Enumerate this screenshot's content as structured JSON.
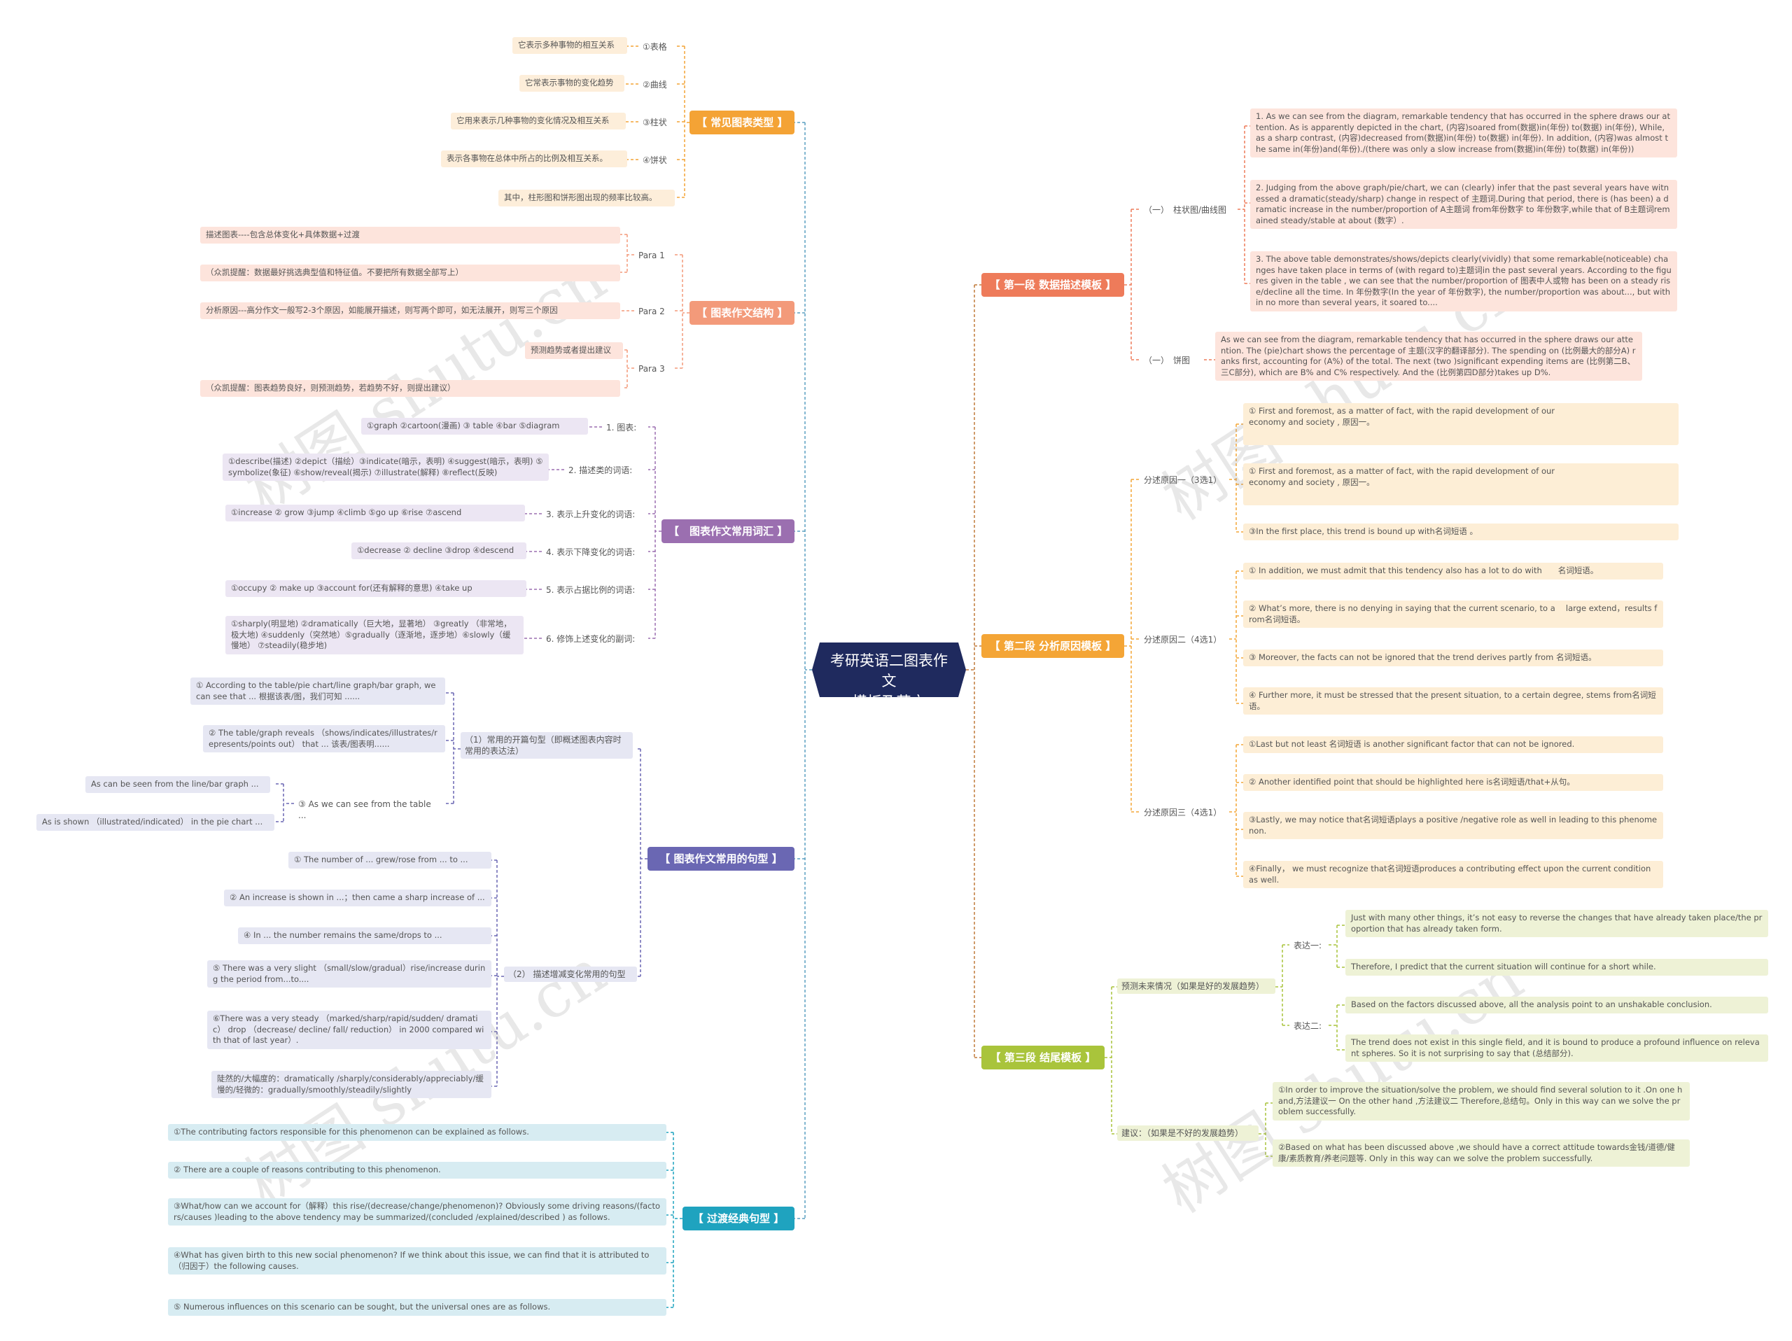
{
  "center": {
    "title_line1": "考研英语二图表作文",
    "title_line2": "模板及范文"
  },
  "watermark": "树图 shutu.cn",
  "colors": {
    "orange": "#f4a335",
    "salmon": "#f39a7a",
    "purple": "#9b6fb0",
    "indigo": "#6a67b3",
    "teal": "#1fa3bf",
    "coral": "#ee7b5a",
    "amber": "#f4a536",
    "olive": "#a9c43b"
  },
  "left": {
    "types": {
      "label": "【 常见图表类型 】",
      "items": [
        {
          "label": "①表格",
          "desc": "它表示多种事物的相互关系"
        },
        {
          "label": "②曲线",
          "desc": "它常表示事物的变化趋势"
        },
        {
          "label": "③柱状",
          "desc": "它用来表示几种事物的变化情况及相互关系"
        },
        {
          "label": "④饼状",
          "desc": "表示各事物在总体中所占的比例及相互关系。"
        }
      ],
      "note": "其中，柱形图和饼形图出现的频率比较高。"
    },
    "structure": {
      "label": "【 图表作文结构 】",
      "para1": {
        "label": "Para 1",
        "items": [
          "描述图表----包含总体变化+具体数据+过渡",
          "（众凯提醒：数据最好挑选典型值和特征值。不要把所有数据全部写上）"
        ]
      },
      "para2": {
        "label": "Para 2",
        "items": [
          "分析原因---高分作文一般写2-3个原因，如能展开描述，则写两个即可，如无法展开，则写三个原因"
        ]
      },
      "para3": {
        "label": "Para 3",
        "items": [
          "预测趋势或者提出建议",
          "（众凯提醒：图表趋势良好，则预测趋势，若趋势不好，则提出建议）"
        ]
      }
    },
    "vocab": {
      "label": "【　图表作文常用词汇 】",
      "items": [
        {
          "label": "1. 图表:",
          "desc": "①graph ②cartoon(漫画) ③ table ④bar ⑤diagram"
        },
        {
          "label": "2. 描述类的词语:",
          "desc": "①describe(描述) ②depict（描绘）③indicate(暗示，表明) ④suggest(暗示，表明) ⑤symbolize(象征) ⑥show/reveal(揭示) ⑦illustrate(解释) ⑧reflect(反映)"
        },
        {
          "label": "3. 表示上升变化的词语:",
          "desc": "①increase ② grow ③jump ④climb ⑤go up ⑥rise ⑦ascend"
        },
        {
          "label": "4. 表示下降变化的词语:",
          "desc": "①decrease ② decline ③drop ④descend"
        },
        {
          "label": "5. 表示占据比例的词语:",
          "desc": "①occupy ② make up ③account for(还有解释的意思) ④take up"
        },
        {
          "label": "6. 修饰上述变化的副词:",
          "desc": "①sharply(明显地) ②dramatically（巨大地，显著地） ③greatly （非常地，极大地) ④suddenly（突然地）⑤gradually（逐渐地，逐步地）⑥slowly（缓慢地） ⑦steadily(稳步地)"
        }
      ]
    },
    "sentences": {
      "label": "【 图表作文常用的句型 】",
      "g1": {
        "label": "（1）常用的开篇句型（即概述图表内容时常用的表达法）",
        "items": [
          "① According to the table/pie chart/line graph/bar graph, we can see that ... 根据该表/图，我们可知 ......",
          "② The table/graph reveals （shows/indicates/illustrates/represents/points out） that ... 该表/图表明......"
        ],
        "item3": {
          "label": "③ As we can see from the table ...",
          "children": [
            "As can be seen from the line/bar graph ...",
            "As is shown （illustrated/indicated） in the pie chart ..."
          ]
        }
      },
      "g2": {
        "label": "（2） 描述增减变化常用的句型",
        "items": [
          "① The number of ... grew/rose from ... to ...",
          "② An increase is shown in ...；then came a sharp increase of ...",
          "④ In ... the number remains the same/drops to ...",
          "⑤ There was a very slight （small/slow/gradual）rise/increase during the period from...to....",
          "⑥There was a very steady （marked/sharp/rapid/sudden/ dramatic） drop （decrease/ decline/ fall/ reduction） in 2000 compared with that of last year）.",
          "陡然的/大幅度的：dramatically /sharply/considerably/appreciably/缓慢的/轻微的：gradually/smoothly/steadily/slightly"
        ]
      }
    },
    "transitions": {
      "label": "【 过渡经典句型 】",
      "items": [
        "①The contributing factors responsible for this phenomenon can be explained as follows.",
        "② There are a couple of reasons contributing to this phenomenon.",
        "③What/how can we account for（解释）this rise/(decrease/change/phenomenon)? Obviously some driving reasons/(factors/causes )leading to the above tendency may be summarized/(concluded /explained/described ) as follows.",
        "④What has given birth to this new social phenomenon? If we think about this issue, we can find that it is attributed to（归因于）the following causes.",
        "⑤ Numerous influences on this scenario can be sought, but the universal ones are as follows."
      ]
    }
  },
  "right": {
    "p1": {
      "label": "【 第一段 数据描述模板 】",
      "bar": {
        "label": "（一）　柱状图/曲线图",
        "items": [
          "1.  As we can see from the diagram, remarkable tendency that has occurred in the sphere draws our attention. As is apparently depicted in the chart, (内容)soared from(数据)in(年份) to(数据) in(年份), While, as a sharp contrast, (内容)decreased from(数据)in(年份) to(数据) in(年份). In addition, (内容)was almost the same in(年份)and(年份)./(there was only a slow increase from(数据)in(年份) to(数据) in(年份))",
          "2.  Judging from the above graph/pie/chart, we can (clearly) infer that the past several years have witnessed a dramatic(steady/sharp) change in respect of 主题词.During that period, there is (has been) a dramatic increase in the number/proportion of A主题词 from年份数字 to 年份数字,while that of  B主题词remained steady/stable at about (数字）.",
          "3.  The above table demonstrates/shows/depicts clearly(vividly) that some remarkable(noticeable) changes have taken place in terms of (with regard to)主题词in the past several years. According to the figures given in the table , we can see that the number/proportion of 图表中人或物 has been on a steady rise/decline all the time. In 年份数字(In the year of 年份数字), the number/proportion was about..., but within no more than several years, it soared to...."
        ]
      },
      "pie": {
        "label": "（一）　饼图",
        "text": "As we can see from the diagram, remarkable tendency that has occurred in the sphere draws our attention. The (pie)chart shows the percentage of 主题(汉字的翻译部分). The spending on (比例最大的部分A) ranks first, accounting for (A%) of the total. The next (two )significant expending items are (比例第二B、三C部分), which are B% and C% respectively. And the (比例第四D部分)takes up D%."
      }
    },
    "p2": {
      "label": "【 第二段 分析原因模板 】",
      "r1": {
        "label": "分述原因一（3选1）",
        "items": [
          "① First and foremost, as a matter of fact, with the rapid development of our\neconomy and society , 原因一。",
          "① First and foremost, as a matter of fact, with the rapid development of our\neconomy and society , 原因一。",
          "③In the first place, this trend is bound up with名词短语 。"
        ]
      },
      "r2": {
        "label": "分述原因二（4选1）",
        "items": [
          "① In addition, we must admit that this tendency also has a  lot to do with　　名词短语。",
          "② What’s more, there is no denying in saying that the current scenario, to a　 large extend，results from名词短语。",
          "③ Moreover, the facts can not be ignored that the trend derives partly from 名词短语。",
          "④ Further more, it must be stressed that the present situation, to a certain degree, stems from名词短语。"
        ]
      },
      "r3": {
        "label": "分述原因三（4选1）",
        "items": [
          "①Last but not least 名词短语 is another significant factor that can not  be ignored.",
          "② Another identified point that should be highlighted here is名词短语/that+从句。",
          "③Lastly, we may notice that名词短语plays a positive /negative role as well in leading to this phenomenon.",
          "④Finally， we must recognize that名词短语produces a contributing effect upon the current condition as well."
        ]
      }
    },
    "p3": {
      "label": "【 第三段 结尾模板 】",
      "predict": {
        "label": "预测未来情况（如果是好的发展趋势）",
        "e1": {
          "label": "表达一:",
          "items": [
            "Just with many other things, it’s not easy to reverse the changes that have already taken place/the proportion that has already taken form.",
            "Therefore, I predict that the current situation will continue for a short while."
          ]
        },
        "e2": {
          "label": "表达二:",
          "items": [
            "Based on the factors discussed above, all the analysis point to an unshakable conclusion.",
            "The trend does not exist in this single field, and it is bound to produce a profound influence on relevant spheres. So it is not surprising to say that (总结部分)."
          ]
        }
      },
      "advice": {
        "label": "建议：（如果是不好的发展趋势）",
        "items": [
          "①In order to improve the situation/solve the problem, we should find several solution to it .On one hand,方法建议一 On the other hand ,方法建议二 Therefore,总结句。Only in this way can we solve the problem successfully.",
          "②Based on what has been discussed above ,we should have a correct attitude towards金钱/道德/健康/素质教育/养老问题等. Only in this way can we solve the problem successfully."
        ]
      }
    }
  }
}
